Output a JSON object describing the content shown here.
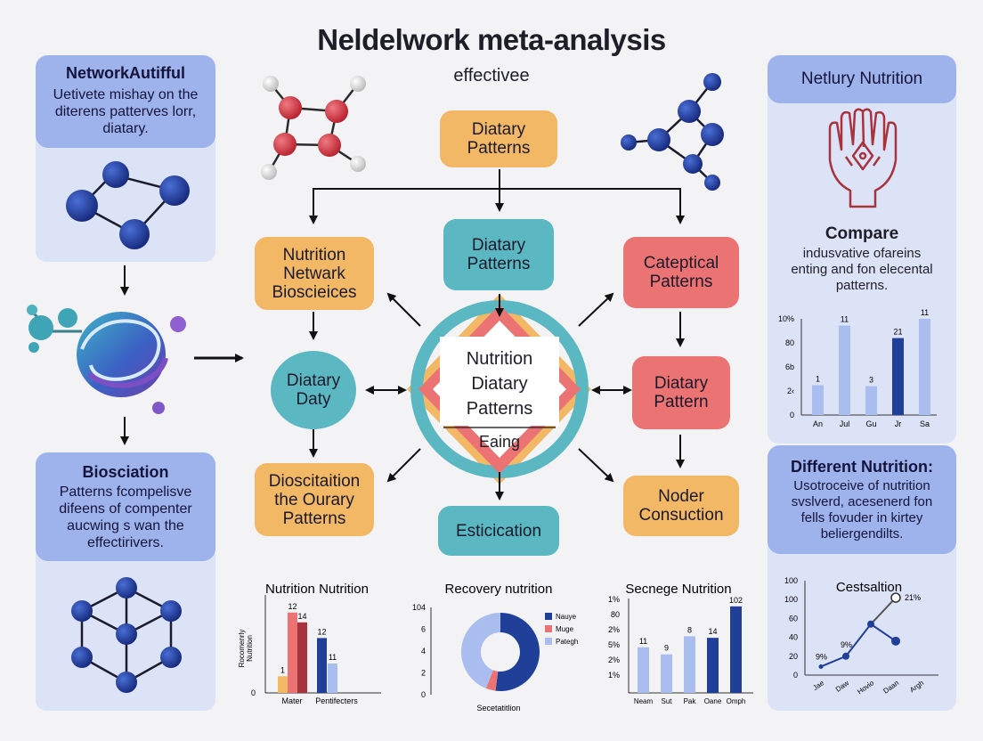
{
  "header": {
    "title": "Neldelwork meta-analysis",
    "subtitle": "effectivee"
  },
  "left": {
    "top_card": {
      "heading": "NetworkAutifful",
      "body": [
        "Uetivete mishay on the",
        "diterens patterves lorr,",
        "diatary."
      ]
    },
    "bottom_card": {
      "heading": "Biosciation",
      "body": [
        "Patterns fcompelisve",
        "difeens of compenter",
        "aucwing s wan the",
        "effectirivers."
      ]
    }
  },
  "right": {
    "top_card": {
      "heading": "Netlury Nutrition"
    },
    "compare": {
      "heading": "Compare",
      "body": [
        "indusvative ofareins",
        "enting and fon elecental",
        "patterns."
      ]
    },
    "bottom_card": {
      "heading": "Different Nutrition:",
      "body": [
        "Usotroceive of nutrition",
        "svslverd, acesenerd fon",
        "fells fovuder in kirtey",
        "beliergendilts."
      ]
    }
  },
  "flow": {
    "top": [
      "Diatary",
      "Patterns"
    ],
    "upper_mid": [
      "Diatary",
      "Patterns"
    ],
    "left_upper": [
      "Nutrition",
      "Netwark",
      "Bioscieices"
    ],
    "right_upper": [
      "Cateptical",
      "Patterns"
    ],
    "left_mid": [
      "Diatary",
      "Daty"
    ],
    "right_mid": [
      "Diatary",
      "Pattern"
    ],
    "left_lower": [
      "Dioscitaition",
      "the Ourary",
      "Patterns"
    ],
    "right_lower": [
      "Noder",
      "Consuction"
    ],
    "bottom": [
      "Esticication"
    ],
    "center": {
      "lines": [
        "Nutrition",
        "Diatary",
        "Patterns"
      ],
      "footer": "Eaing"
    }
  },
  "chart_data": [
    {
      "type": "bar",
      "title": "",
      "categories": [
        "An",
        "Jul",
        "Gu",
        "Jr",
        "Sa"
      ],
      "series": [
        {
          "values": [
            31,
            93,
            30,
            80,
            100
          ]
        },
        {
          "values": [
            null,
            null,
            null,
            null,
            null
          ]
        }
      ],
      "bar_colors": [
        "#a9bdee",
        "#a9bdee",
        "#a9bdee",
        "#1f3f99",
        "#a9bdee"
      ],
      "data_labels": [
        "1",
        "11",
        "3",
        "21",
        "11"
      ],
      "yticks": [
        "0",
        "2‹",
        "6b",
        "80",
        "10%"
      ],
      "ylim": [
        0,
        100
      ]
    },
    {
      "type": "bar",
      "title": "Nutrition Nutrition",
      "ylabel": [
        "Rocomenrly",
        "Nutrition"
      ],
      "categories": [
        "Mater",
        "Pentifecters"
      ],
      "bars": [
        {
          "value": 17,
          "color": "#f2b866",
          "label": "1"
        },
        {
          "value": 82,
          "color": "#ec7373",
          "label": "12"
        },
        {
          "value": 72,
          "color": "#a8333d",
          "label": "14"
        },
        {
          "value": 56,
          "color": "#1f3f99",
          "label": "12"
        },
        {
          "value": 30,
          "color": "#a9bdee",
          "label": "11"
        }
      ],
      "yticks": [
        "0"
      ],
      "ylim": [
        0,
        100
      ]
    },
    {
      "type": "pie",
      "title": "Recovery nutrition",
      "slices": [
        {
          "name": "Nauye",
          "value": 52,
          "color": "#1f3f99"
        },
        {
          "name": "Muge",
          "value": 4,
          "color": "#ec7373"
        },
        {
          "name": "Pategh",
          "value": 44,
          "color": "#a9bdee"
        }
      ],
      "yticks": [
        "0",
        "2",
        "4",
        "6",
        "104"
      ],
      "xlabel": "Secetatitlion"
    },
    {
      "type": "bar",
      "title": "Secnege Nutrition",
      "categories": [
        "Neam",
        "Sut",
        "Pak",
        "Oane",
        "Omph"
      ],
      "values": [
        58,
        49,
        72,
        70,
        110
      ],
      "bar_colors": [
        "#a9bdee",
        "#a9bdee",
        "#a9bdee",
        "#1f3f99",
        "#1f3f99"
      ],
      "data_labels": [
        "11",
        "9",
        "8",
        "14",
        "102"
      ],
      "yticks": [
        "1%",
        "2%",
        "5%",
        "2%",
        "80",
        "1%"
      ],
      "ylim": [
        0,
        120
      ]
    },
    {
      "type": "line",
      "title": "Cestsaltion",
      "x": [
        "Jae",
        "Daw",
        "Hovio",
        "Daan",
        "Argh"
      ],
      "series": [
        {
          "values": [
            9,
            20,
            54,
            null,
            null
          ],
          "color": "#1f3f99"
        },
        {
          "values": [
            null,
            null,
            54,
            82,
            null
          ],
          "color": "#555"
        },
        {
          "values": [
            null,
            null,
            54,
            36,
            null
          ],
          "color": "#1f3f99"
        }
      ],
      "point_labels": [
        "9%",
        "9%",
        "21%"
      ],
      "yticks": [
        "0",
        "20",
        "40",
        "60",
        "100",
        "100"
      ],
      "ylim": [
        0,
        100
      ]
    }
  ]
}
